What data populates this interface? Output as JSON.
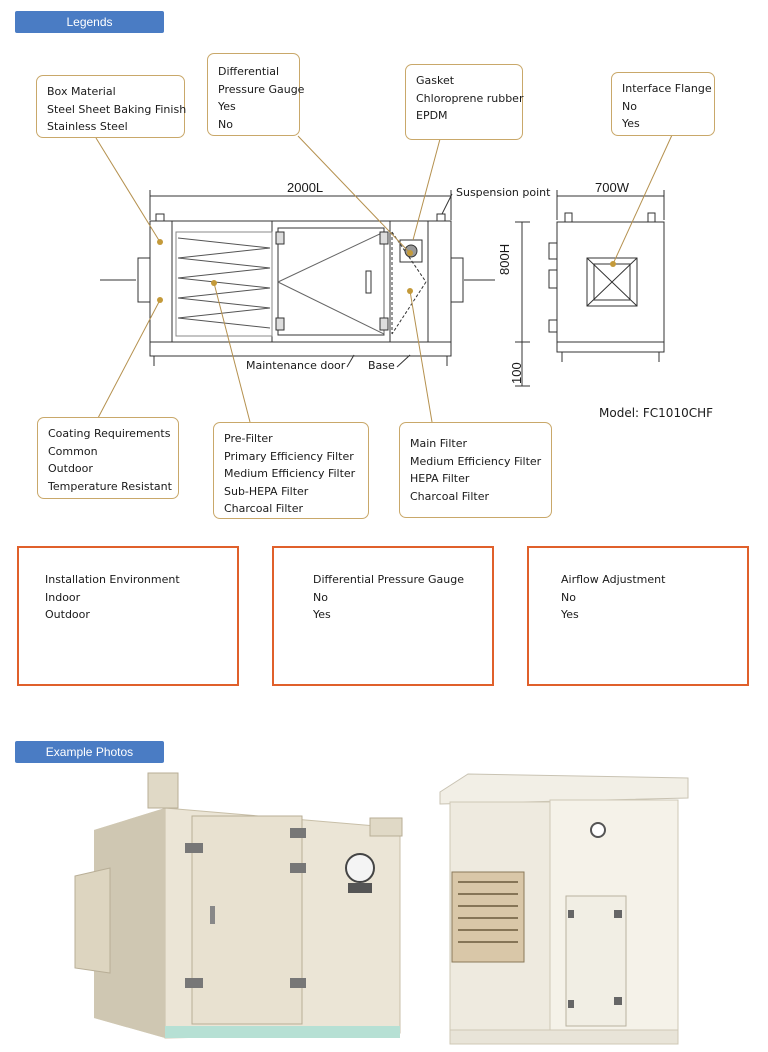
{
  "sections": {
    "legends": "Legends",
    "example_photos": "Example Photos"
  },
  "callouts": {
    "box_material": [
      "Box Material",
      "Steel Sheet Baking Finish",
      "Stainless Steel"
    ],
    "diff_pressure_gauge": [
      "Differential",
      "Pressure Gauge",
      "Yes",
      "No"
    ],
    "gasket": [
      "Gasket",
      "Chloroprene rubber",
      "EPDM"
    ],
    "interface_flange": [
      "Interface Flange",
      "No",
      "Yes"
    ],
    "coating": [
      "Coating Requirements",
      "Common",
      "Outdoor",
      "Temperature Resistant"
    ],
    "pre_filter": [
      "Pre-Filter",
      "Primary Efficiency Filter",
      "Medium Efficiency Filter",
      "Sub-HEPA Filter",
      "Charcoal Filter"
    ],
    "main_filter": [
      "Main Filter",
      "Medium Efficiency Filter",
      "HEPA Filter",
      "Charcoal Filter"
    ]
  },
  "diagram": {
    "length": "2000L",
    "width": "700W",
    "height": "800H",
    "base_height": "100",
    "suspension_point": "Suspension point",
    "maintenance_door": "Maintenance door",
    "base": "Base",
    "model": "Model: FC1010CHF"
  },
  "options": {
    "installation": [
      "Installation Environment",
      "Indoor",
      "Outdoor"
    ],
    "gauge": [
      "Differential Pressure Gauge",
      "No",
      "Yes"
    ],
    "airflow": [
      "Airflow Adjustment",
      "No",
      "Yes"
    ]
  },
  "colors": {
    "tab": "#4a7cc4",
    "callout_border": "#c9a86a",
    "option_border": "#e0602b",
    "unit_body": "#e8e2d2"
  }
}
